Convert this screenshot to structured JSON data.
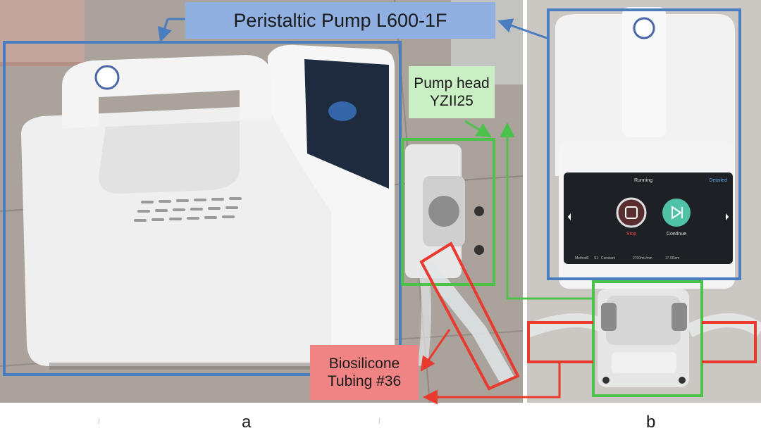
{
  "callouts": {
    "pump": "Peristaltic Pump L600-1F",
    "pump_head": "Pump head\nYZII25",
    "tubing": "Biosilicone\nTubing #36"
  },
  "screen": {
    "title": "Running",
    "mode": "Detailed",
    "stop_label": "Stop",
    "continue_label": "Continue",
    "status_method": "Method0",
    "status_s": "S1",
    "status_mode": "Constant",
    "status_flow": "2700mL/min",
    "status_volume": "17.6Rem"
  },
  "panel_labels": {
    "a": "a",
    "b": "b"
  },
  "colors": {
    "pump_box": "#4a7cc0",
    "pump_label_fill": "#8fb0e0",
    "head_box": "#4cc24a",
    "head_label_fill": "#cbefc4",
    "tube_box": "#e83a2e",
    "tube_label_fill": "#f08484"
  }
}
